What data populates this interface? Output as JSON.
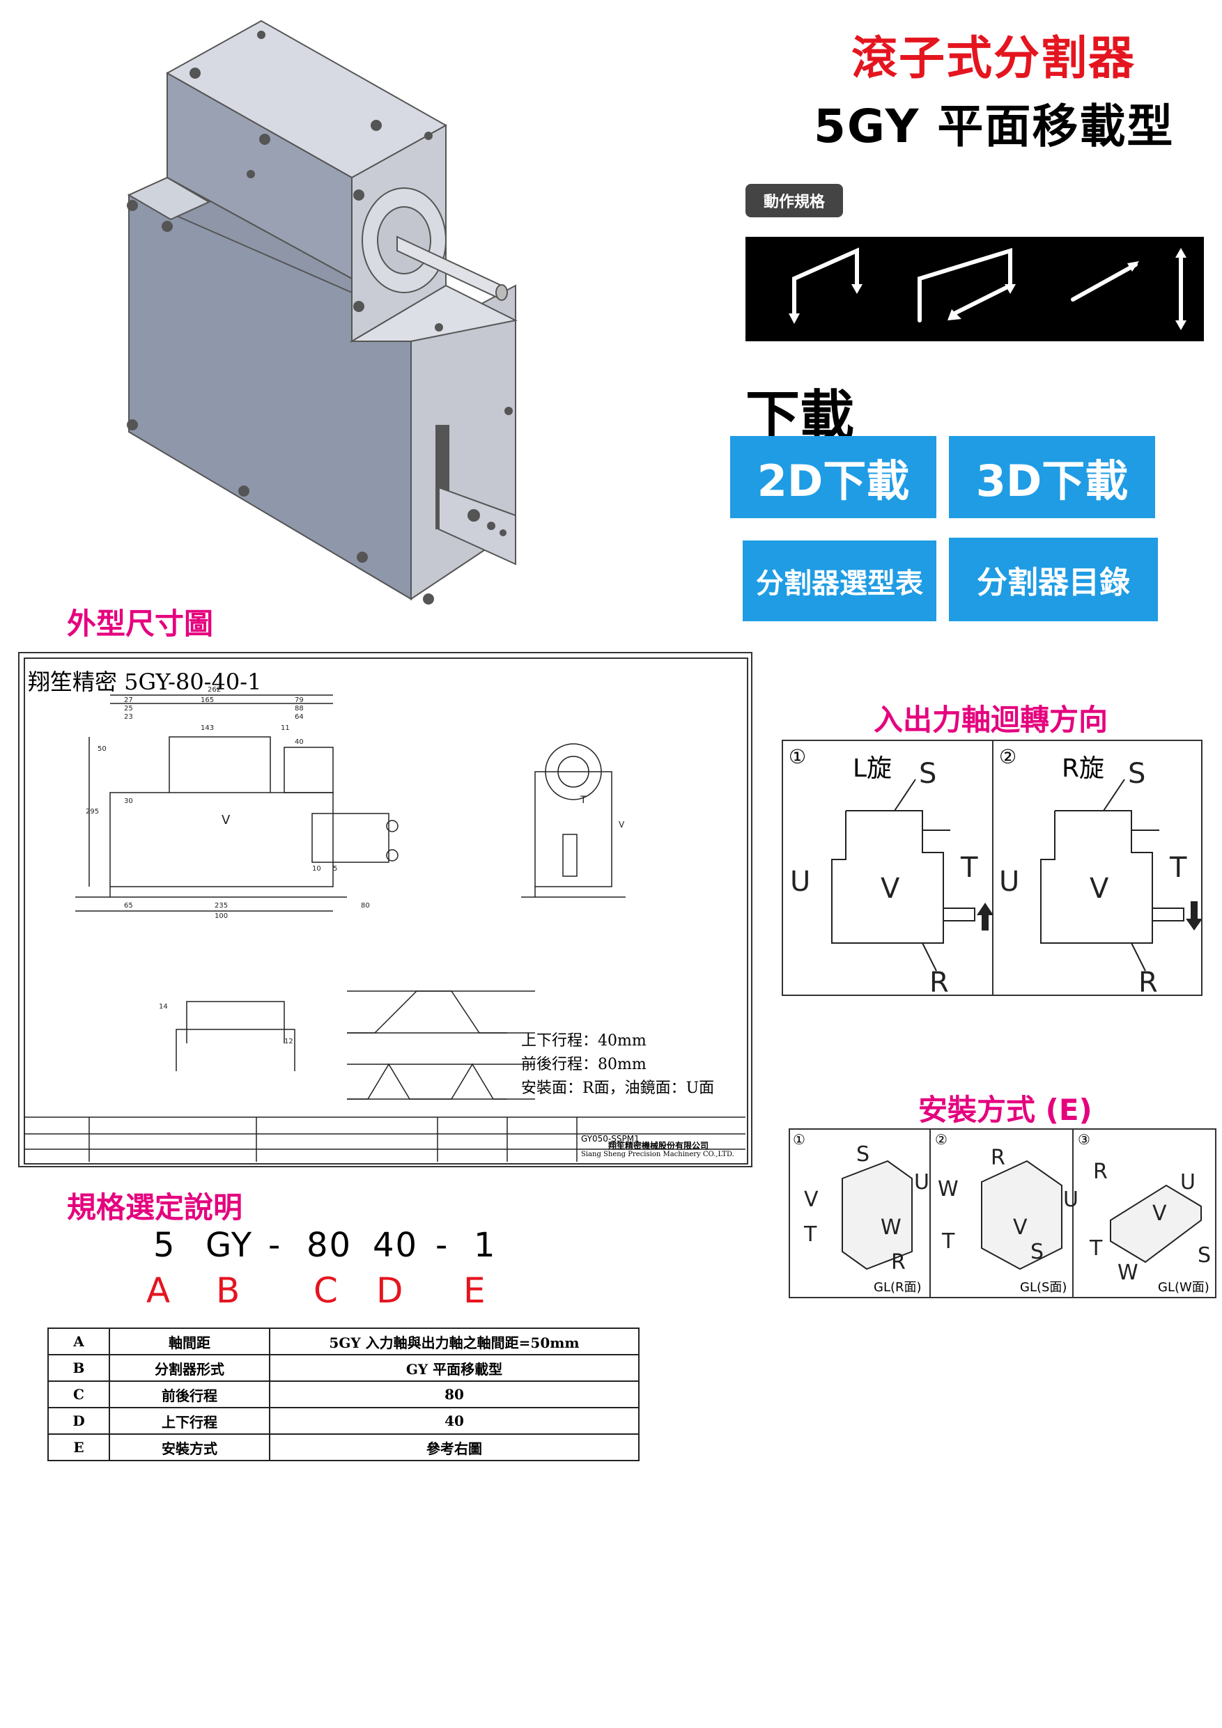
{
  "header": {
    "title": "滾子式分割器",
    "subtitle": "5GY  平面移載型"
  },
  "motion": {
    "tag": "動作規格"
  },
  "download": {
    "heading": "下載",
    "btn_2d": "2D下載",
    "btn_3d": "3D下載",
    "btn_select": "分割器選型表",
    "btn_catalog": "分割器目錄"
  },
  "sections": {
    "dimension": "外型尺寸圖",
    "rotation": "入出力軸迴轉方向",
    "mounting": "安裝方式 (E)",
    "spec_guide": "規格選定說明"
  },
  "drawing": {
    "title": "翔笙精密  5GY-80-40-1",
    "note1": "上下行程：40mm",
    "note2": "前後行程：80mm",
    "note3": "安裝面：R面，油鏡面：U面",
    "part_no": "GY050-SSPM1",
    "company_cn": "翔笙精密機械股份有限公司",
    "company_en": "Siang Sheng Precision Machinery CO.,LTD.",
    "dims": [
      "262",
      "27",
      "165",
      "79",
      "25",
      "88",
      "23",
      "64",
      "143",
      "11",
      "40",
      "100",
      "295",
      "50",
      "30",
      "65",
      "235",
      "80",
      "10",
      "5",
      "14",
      "12"
    ]
  },
  "rotation": {
    "l_label": "L旋",
    "r_label": "R旋",
    "l_num": "①",
    "r_num": "②",
    "faces": [
      "S",
      "U",
      "V",
      "T",
      "R"
    ]
  },
  "mounting": {
    "items": [
      {
        "num": "①",
        "caption": "GL(R面)"
      },
      {
        "num": "②",
        "caption": "GL(S面)"
      },
      {
        "num": "③",
        "caption": "GL(W面)"
      }
    ]
  },
  "code": {
    "parts": [
      "5",
      "GY",
      "-",
      "80",
      "40",
      "-",
      "1"
    ],
    "letters": [
      "A",
      "B",
      "C",
      "D",
      "E"
    ]
  },
  "spec_table": {
    "rows": [
      {
        "key": "A",
        "name": "軸間距",
        "value": "5GY 入力軸與出力軸之軸間距=50mm"
      },
      {
        "key": "B",
        "name": "分割器形式",
        "value": "GY 平面移載型"
      },
      {
        "key": "C",
        "name": "前後行程",
        "value": "80"
      },
      {
        "key": "D",
        "name": "上下行程",
        "value": "40"
      },
      {
        "key": "E",
        "name": "安裝方式",
        "value": "參考右圖"
      }
    ]
  }
}
